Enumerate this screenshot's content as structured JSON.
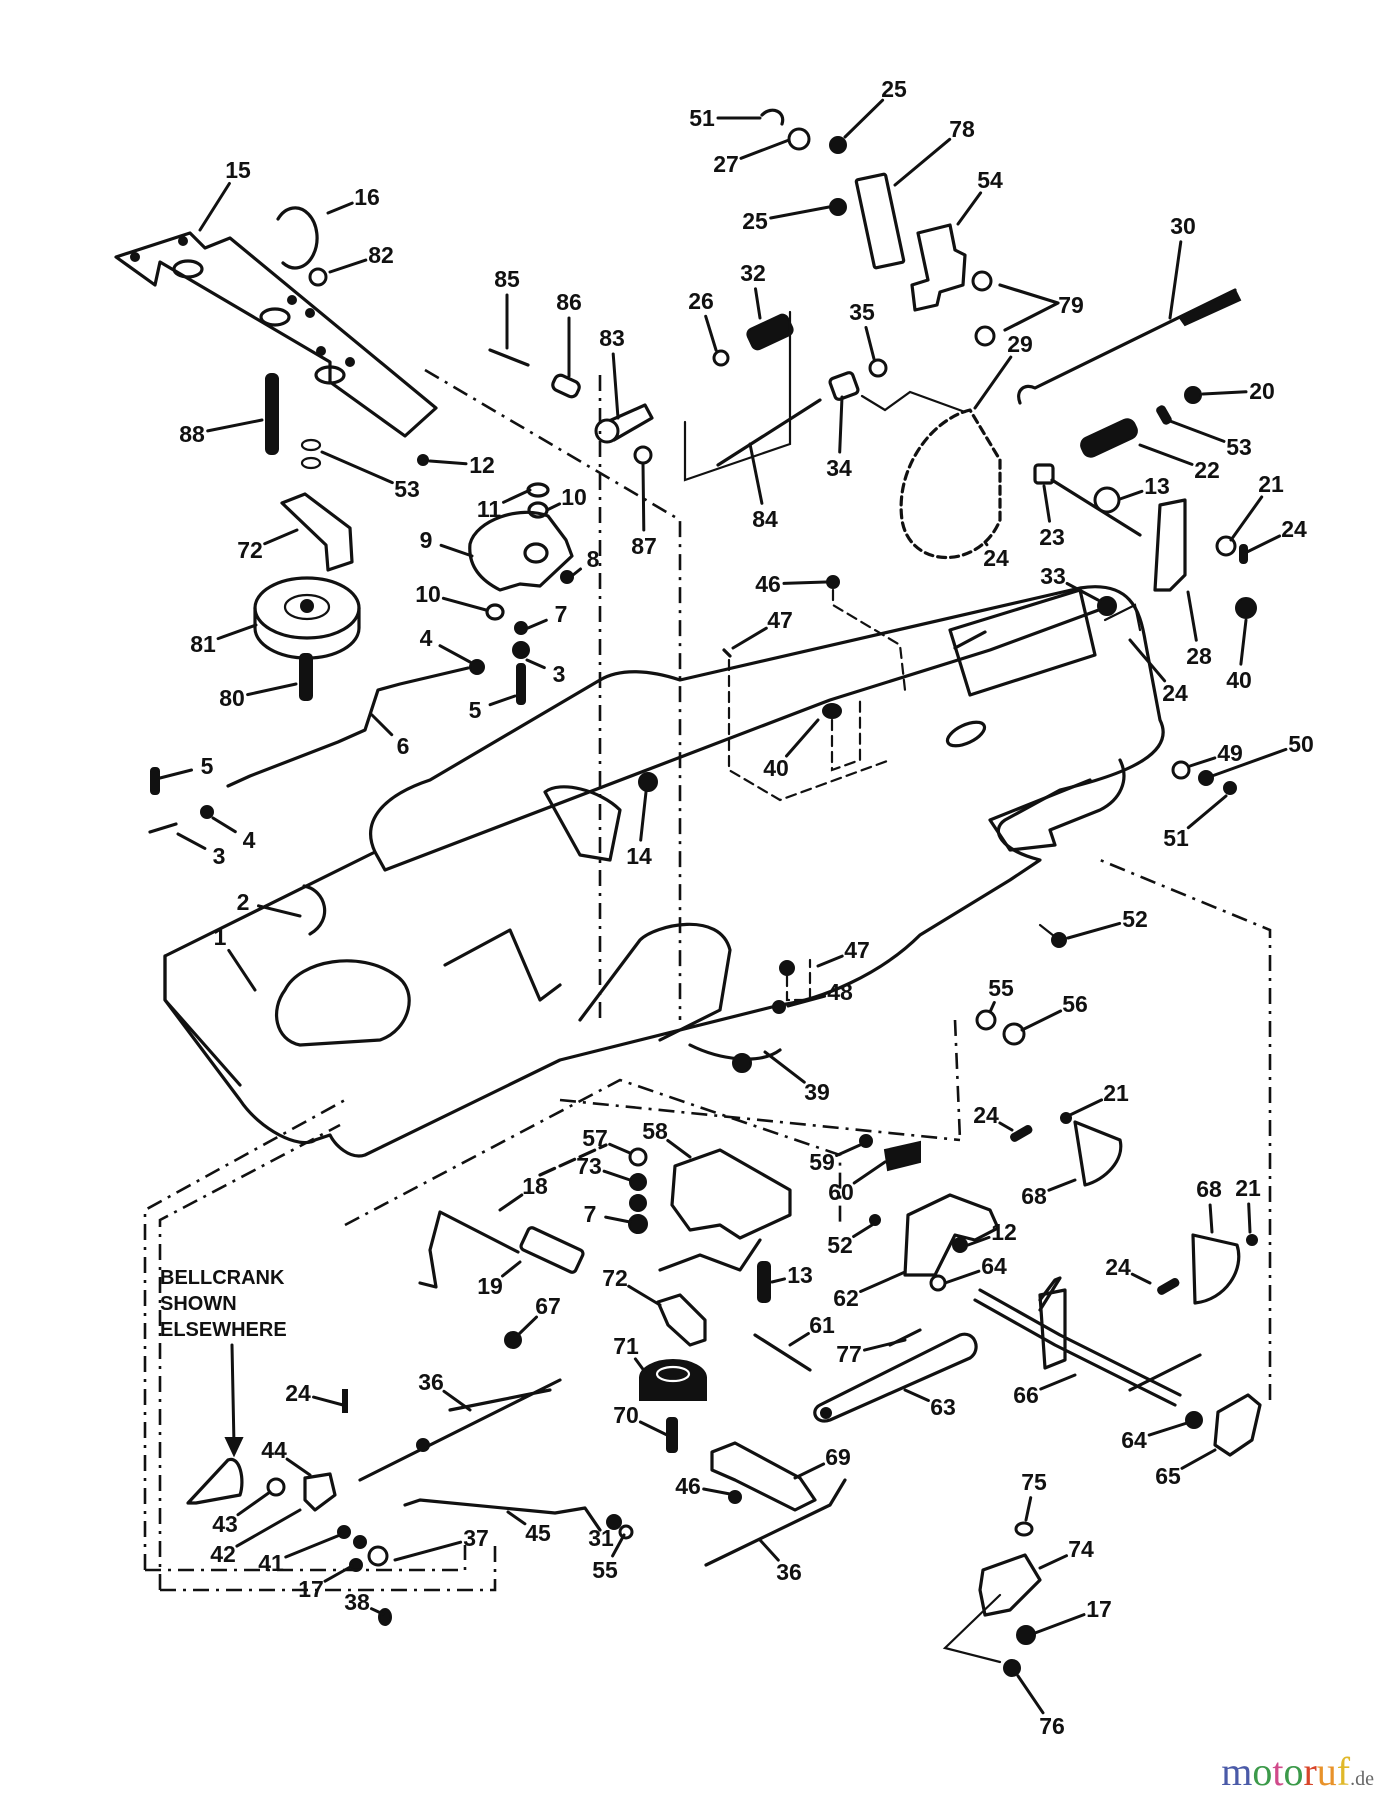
{
  "diagram": {
    "title": "Mower chassis / frame exploded parts diagram",
    "note_lines": [
      "BELLCRANK",
      "SHOWN",
      "ELSEWHERE"
    ],
    "callouts": [
      {
        "id": "c15",
        "label": "15"
      },
      {
        "id": "c16",
        "label": "16"
      },
      {
        "id": "c82",
        "label": "82"
      },
      {
        "id": "c88",
        "label": "88"
      },
      {
        "id": "c12a",
        "label": "12"
      },
      {
        "id": "c53a",
        "label": "53"
      },
      {
        "id": "c72a",
        "label": "72"
      },
      {
        "id": "c81",
        "label": "81"
      },
      {
        "id": "c80",
        "label": "80"
      },
      {
        "id": "c9",
        "label": "9"
      },
      {
        "id": "c11",
        "label": "11"
      },
      {
        "id": "c10a",
        "label": "10"
      },
      {
        "id": "c8",
        "label": "8"
      },
      {
        "id": "c10b",
        "label": "10"
      },
      {
        "id": "c7a",
        "label": "7"
      },
      {
        "id": "c4a",
        "label": "4"
      },
      {
        "id": "c3a",
        "label": "3"
      },
      {
        "id": "c5a",
        "label": "5"
      },
      {
        "id": "c6",
        "label": "6"
      },
      {
        "id": "c5b",
        "label": "5"
      },
      {
        "id": "c4b",
        "label": "4"
      },
      {
        "id": "c3b",
        "label": "3"
      },
      {
        "id": "c2",
        "label": "2"
      },
      {
        "id": "c1",
        "label": "1"
      },
      {
        "id": "c85",
        "label": "85"
      },
      {
        "id": "c86",
        "label": "86"
      },
      {
        "id": "c83",
        "label": "83"
      },
      {
        "id": "c26",
        "label": "26"
      },
      {
        "id": "c32",
        "label": "32"
      },
      {
        "id": "c87",
        "label": "87"
      },
      {
        "id": "c84",
        "label": "84"
      },
      {
        "id": "c35",
        "label": "35"
      },
      {
        "id": "c34",
        "label": "34"
      },
      {
        "id": "c14",
        "label": "14"
      },
      {
        "id": "c51a",
        "label": "51"
      },
      {
        "id": "c25a",
        "label": "25"
      },
      {
        "id": "c27",
        "label": "27"
      },
      {
        "id": "c78",
        "label": "78"
      },
      {
        "id": "c25b",
        "label": "25"
      },
      {
        "id": "c54",
        "label": "54"
      },
      {
        "id": "c79",
        "label": "79"
      },
      {
        "id": "c29",
        "label": "29"
      },
      {
        "id": "c30",
        "label": "30"
      },
      {
        "id": "c20",
        "label": "20"
      },
      {
        "id": "c53b",
        "label": "53"
      },
      {
        "id": "c22",
        "label": "22"
      },
      {
        "id": "c13a",
        "label": "13"
      },
      {
        "id": "c21a",
        "label": "21"
      },
      {
        "id": "c24a",
        "label": "24"
      },
      {
        "id": "c23",
        "label": "23"
      },
      {
        "id": "c24b",
        "label": "24"
      },
      {
        "id": "c33",
        "label": "33"
      },
      {
        "id": "c28",
        "label": "28"
      },
      {
        "id": "c24c",
        "label": "24"
      },
      {
        "id": "c40a",
        "label": "40"
      },
      {
        "id": "c46a",
        "label": "46"
      },
      {
        "id": "c47a",
        "label": "47"
      },
      {
        "id": "c40b",
        "label": "40"
      },
      {
        "id": "c49",
        "label": "49"
      },
      {
        "id": "c50",
        "label": "50"
      },
      {
        "id": "c51b",
        "label": "51"
      },
      {
        "id": "c52a",
        "label": "52"
      },
      {
        "id": "c47b",
        "label": "47"
      },
      {
        "id": "c48",
        "label": "48"
      },
      {
        "id": "c55a",
        "label": "55"
      },
      {
        "id": "c56",
        "label": "56"
      },
      {
        "id": "c39",
        "label": "39"
      },
      {
        "id": "c57",
        "label": "57"
      },
      {
        "id": "c58",
        "label": "58"
      },
      {
        "id": "c73",
        "label": "73"
      },
      {
        "id": "c7b",
        "label": "7"
      },
      {
        "id": "c18",
        "label": "18"
      },
      {
        "id": "c19",
        "label": "19"
      },
      {
        "id": "c67",
        "label": "67"
      },
      {
        "id": "c72b",
        "label": "72"
      },
      {
        "id": "c71",
        "label": "71"
      },
      {
        "id": "c70",
        "label": "70"
      },
      {
        "id": "c13b",
        "label": "13"
      },
      {
        "id": "c61",
        "label": "61"
      },
      {
        "id": "c59",
        "label": "59"
      },
      {
        "id": "c60",
        "label": "60"
      },
      {
        "id": "c52b",
        "label": "52"
      },
      {
        "id": "c12b",
        "label": "12"
      },
      {
        "id": "c62",
        "label": "62"
      },
      {
        "id": "c64a",
        "label": "64"
      },
      {
        "id": "c77",
        "label": "77"
      },
      {
        "id": "c63",
        "label": "63"
      },
      {
        "id": "c24d",
        "label": "24"
      },
      {
        "id": "c21b",
        "label": "21"
      },
      {
        "id": "c68a",
        "label": "68"
      },
      {
        "id": "c68b",
        "label": "68"
      },
      {
        "id": "c21c",
        "label": "21"
      },
      {
        "id": "c24e",
        "label": "24"
      },
      {
        "id": "c66",
        "label": "66"
      },
      {
        "id": "c64b",
        "label": "64"
      },
      {
        "id": "c65",
        "label": "65"
      },
      {
        "id": "c24f",
        "label": "24"
      },
      {
        "id": "c36a",
        "label": "36"
      },
      {
        "id": "c44",
        "label": "44"
      },
      {
        "id": "c43",
        "label": "43"
      },
      {
        "id": "c42",
        "label": "42"
      },
      {
        "id": "c41",
        "label": "41"
      },
      {
        "id": "c17a",
        "label": "17"
      },
      {
        "id": "c38",
        "label": "38"
      },
      {
        "id": "c37",
        "label": "37"
      },
      {
        "id": "c45",
        "label": "45"
      },
      {
        "id": "c31",
        "label": "31"
      },
      {
        "id": "c55b",
        "label": "55"
      },
      {
        "id": "c69",
        "label": "69"
      },
      {
        "id": "c46b",
        "label": "46"
      },
      {
        "id": "c36b",
        "label": "36"
      },
      {
        "id": "c75",
        "label": "75"
      },
      {
        "id": "c74",
        "label": "74"
      },
      {
        "id": "c17b",
        "label": "17"
      },
      {
        "id": "c76",
        "label": "76"
      }
    ]
  },
  "watermark": {
    "letters": [
      {
        "ch": "m",
        "color": "#4a5aa8"
      },
      {
        "ch": "o",
        "color": "#3c9a4a"
      },
      {
        "ch": "t",
        "color": "#d04a8a"
      },
      {
        "ch": "o",
        "color": "#3c9a4a"
      },
      {
        "ch": "r",
        "color": "#d8452a"
      },
      {
        "ch": "u",
        "color": "#e8922a"
      },
      {
        "ch": "f",
        "color": "#e0b82a"
      }
    ],
    "suffix": ".de"
  }
}
